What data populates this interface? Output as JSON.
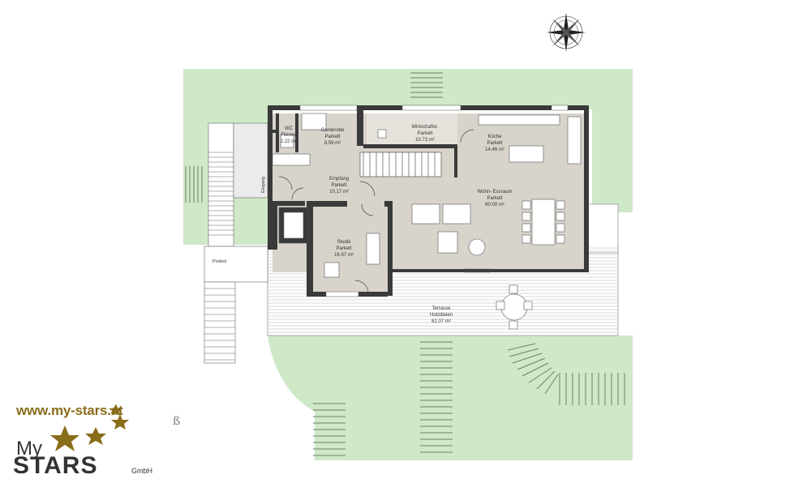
{
  "rooms": {
    "wc": {
      "name": "WC",
      "floor": "Fliesen",
      "area": "2.22 m²"
    },
    "garderobe": {
      "name": "Garderobe",
      "floor": "Parkett",
      "area": "8.59 m²"
    },
    "wirtschaft": {
      "name": "Wirtschaftsr.",
      "floor": "Parkett",
      "area": "10.73 m²"
    },
    "kueche": {
      "name": "Küche",
      "floor": "Parkett",
      "area": "14.46 m²"
    },
    "empfang": {
      "name": "Empfang",
      "floor": "Parkett",
      "area": "10.17 m²"
    },
    "wohn": {
      "name": "Wohn- Essraum",
      "floor": "Parkett",
      "area": "60.00 m²"
    },
    "studio": {
      "name": "Studio",
      "floor": "Parkett",
      "area": "16.97 m²"
    },
    "terrasse": {
      "name": "Terrasse",
      "floor": "Holzdielen",
      "area": "82.07 m²"
    }
  },
  "labels": {
    "eingang": "Eingang",
    "podest": "Podest"
  },
  "logo": {
    "url": "www.my-stars.at",
    "my": "My",
    "stars": "STARS",
    "gmbh": "GmbH"
  },
  "beta_mark": "ß",
  "icons": {
    "compass": "compass-rose-icon",
    "logo_stars": "gold-stars-icon"
  },
  "colors": {
    "lawn": "#cfe8c8",
    "floor": "#d8d4cc",
    "wall": "#3a3a3a",
    "deck_lines": "#9a9a9a",
    "logo_gold": "#8a6d1a"
  }
}
